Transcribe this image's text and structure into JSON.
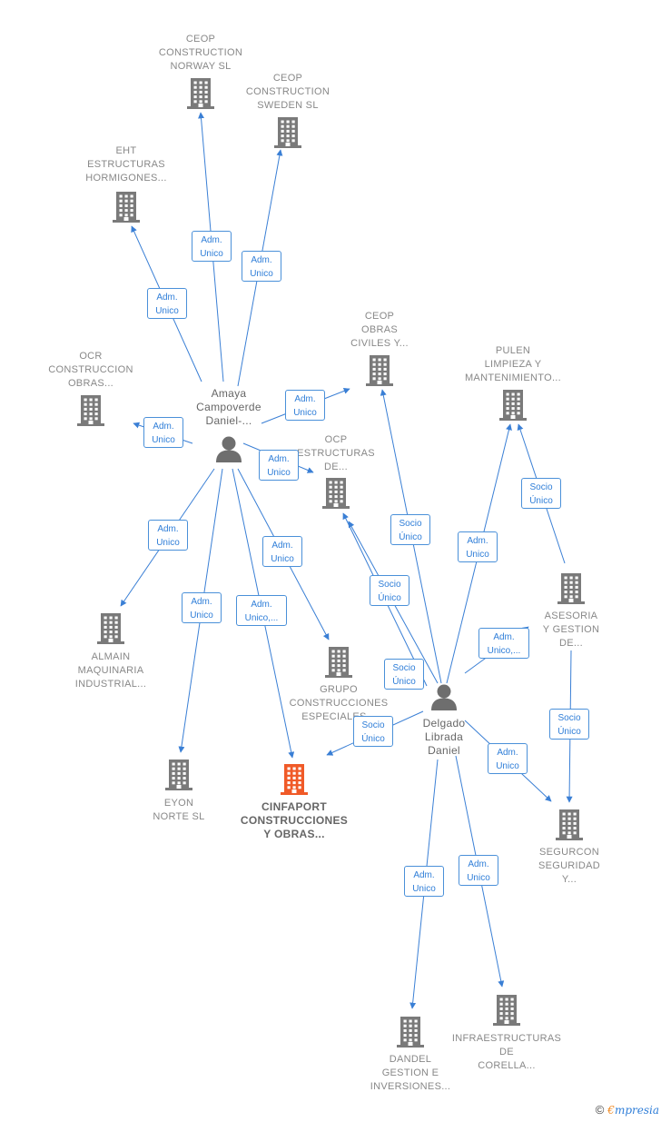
{
  "colors": {
    "edge": "#3a7fd5",
    "company": "#7a7a7a",
    "highlight": "#f05a28",
    "person": "#6e6e6e",
    "badge_text": "#2f7ed8"
  },
  "footer": {
    "brand_rest": "mpresia"
  },
  "nodes": [
    {
      "id": "ceop-norway",
      "type": "company",
      "label": "CEOP\nCONSTRUCTION\nNORWAY  SL"
    },
    {
      "id": "ceop-sweden",
      "type": "company",
      "label": "CEOP\nCONSTRUCTION\nSWEDEN  SL"
    },
    {
      "id": "eht",
      "type": "company",
      "label": "EHT\nESTRUCTURAS\nHORMIGONES..."
    },
    {
      "id": "ocr",
      "type": "company",
      "label": "OCR\nCONSTRUCCION\nOBRAS..."
    },
    {
      "id": "ceop-obras",
      "type": "company",
      "label": "CEOP\nOBRAS\nCIVILES Y..."
    },
    {
      "id": "pulen",
      "type": "company",
      "label": "PULEN\nLIMPIEZA Y\nMANTENIMIENTO..."
    },
    {
      "id": "ocp",
      "type": "company",
      "label": "OCP\nESTRUCTURAS\nDE..."
    },
    {
      "id": "amaya",
      "type": "person",
      "label": "Amaya\nCampoverde\nDaniel-..."
    },
    {
      "id": "asesoria",
      "type": "company",
      "label": "ASESORIA\nY GESTION\nDE..."
    },
    {
      "id": "almain",
      "type": "company",
      "label": "ALMAIN\nMAQUINARIA\nINDUSTRIAL..."
    },
    {
      "id": "grupo",
      "type": "company",
      "label": "GRUPO\nCONSTRUCCIONES\nESPECIALES..."
    },
    {
      "id": "delgado",
      "type": "person",
      "label": "Delgado\nLibrada\nDaniel"
    },
    {
      "id": "eyon",
      "type": "company",
      "label": "EYON\nNORTE  SL"
    },
    {
      "id": "cinfaport",
      "type": "company",
      "highlight": true,
      "label": "CINFAPORT\nCONSTRUCCIONES\nY OBRAS..."
    },
    {
      "id": "segurcon",
      "type": "company",
      "label": "SEGURCON\nSEGURIDAD\nY..."
    },
    {
      "id": "dandel",
      "type": "company",
      "label": "DANDEL\nGESTION E\nINVERSIONES..."
    },
    {
      "id": "infra",
      "type": "company",
      "label": "INFRAESTRUCTURAS\nDE\nCORELLA..."
    }
  ],
  "edges": [
    {
      "from": "amaya",
      "to": "ceop-norway",
      "label": "Adm.\nUnico"
    },
    {
      "from": "amaya",
      "to": "ceop-sweden",
      "label": "Adm.\nUnico"
    },
    {
      "from": "amaya",
      "to": "eht",
      "label": "Adm.\nUnico"
    },
    {
      "from": "amaya",
      "to": "ocr",
      "label": "Adm.\nUnico"
    },
    {
      "from": "amaya",
      "to": "ceop-obras",
      "label": "Adm.\nUnico"
    },
    {
      "from": "amaya",
      "to": "ocp",
      "label": "Adm.\nUnico"
    },
    {
      "from": "amaya",
      "to": "almain",
      "label": "Adm.\nUnico"
    },
    {
      "from": "amaya",
      "to": "eyon",
      "label": "Adm.\nUnico"
    },
    {
      "from": "amaya",
      "to": "cinfaport",
      "label": "Adm.\nUnico,..."
    },
    {
      "from": "amaya",
      "to": "grupo",
      "label": "Adm.\nUnico"
    },
    {
      "from": "delgado",
      "to": "ceop-obras",
      "label": "Socio\nÚnico"
    },
    {
      "from": "delgado",
      "to": "ocp",
      "label": "Socio\nÚnico"
    },
    {
      "from": "delgado",
      "to": "pulen",
      "label": "Adm.\nUnico"
    },
    {
      "from": "asesoria",
      "to": "pulen",
      "label": "Socio\nÚnico"
    },
    {
      "from": "delgado",
      "to": "asesoria",
      "label": "Adm.\nUnico,..."
    },
    {
      "from": "delgado",
      "to": "grupo",
      "label": "Socio\nÚnico"
    },
    {
      "from": "delgado",
      "to": "cinfaport",
      "label": "Socio\nÚnico"
    },
    {
      "from": "delgado",
      "to": "segurcon",
      "label": "Adm.\nUnico"
    },
    {
      "from": "asesoria",
      "to": "segurcon",
      "label": "Socio\nÚnico"
    },
    {
      "from": "delgado",
      "to": "dandel",
      "label": "Adm.\nUnico"
    },
    {
      "from": "delgado",
      "to": "infra",
      "label": "Adm.\nUnico"
    }
  ]
}
